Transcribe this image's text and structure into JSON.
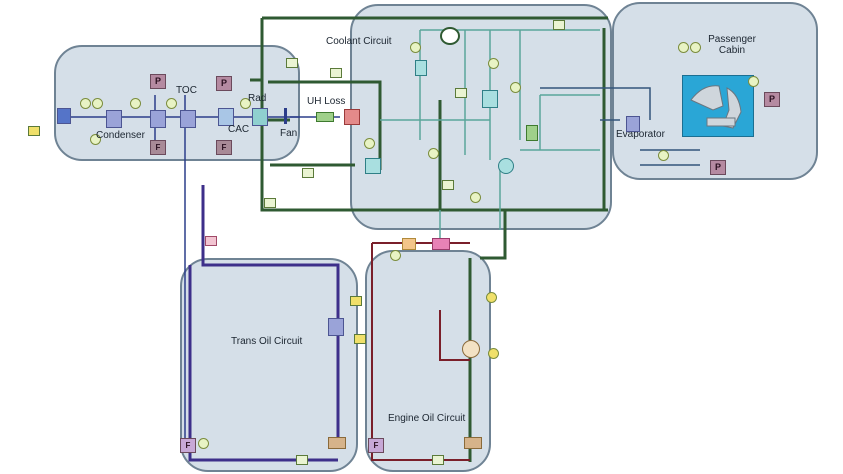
{
  "panels": {
    "front_end": {
      "labels": {
        "condenser": "Condenser",
        "toc": "TOC",
        "rad": "Rad",
        "cac": "CAC",
        "fan": "Fan"
      }
    },
    "coolant": {
      "title": "Coolant Circuit"
    },
    "cabin": {
      "title": "Passenger Cabin",
      "evaporator": "Evaporator"
    },
    "trans_oil": {
      "title": "Trans Oil Circuit"
    },
    "engine_oil": {
      "title": "Engine Oil Circuit"
    }
  },
  "labels": {
    "uh_loss": "UH Loss"
  },
  "component_glyphs": {
    "p": "P",
    "f": "F"
  },
  "colors": {
    "panel_fill": "#d5dfe8",
    "panel_border": "#6f8394",
    "coolant_line": "#2f5a32",
    "refrigerant_line": "#2c3e8a",
    "trans_oil_line": "#3d2f8a",
    "engine_oil_line": "#7a1f2a",
    "hydraulic_line": "#5aa59a",
    "cabin_seat_fill": "#2aa6d6"
  },
  "icons": [
    "heat-exchanger-icon",
    "pressure-source-icon",
    "flow-source-icon",
    "sensor-icon",
    "pump-icon",
    "valve-icon",
    "reservoir-icon",
    "fan-icon",
    "seat-icon"
  ]
}
